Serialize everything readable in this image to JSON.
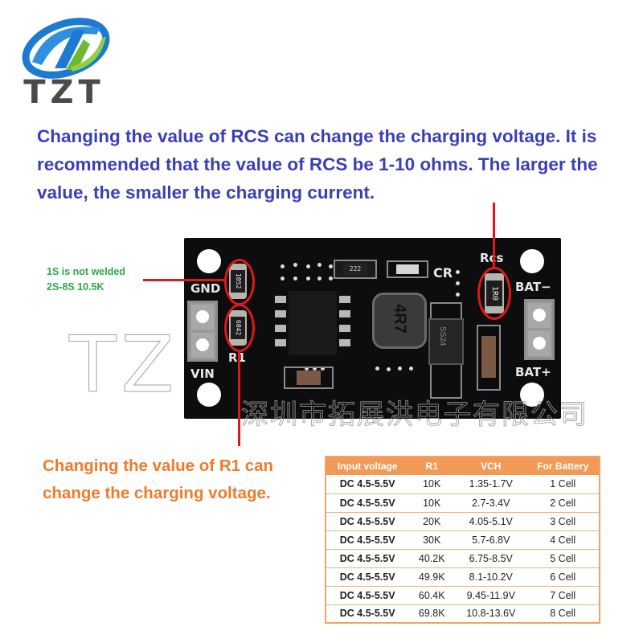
{
  "logo": {
    "brand": "TZT",
    "colors": {
      "blue": "#1e7ad0",
      "green": "#7cc33a",
      "text": "#4a4a4a"
    }
  },
  "headline": {
    "text": "Changing the value of RCS can change the charging voltage. It is recommended that the value of RCS be 1-10 ohms. The larger the value, the smaller the charging current.",
    "color": "#3b3fb5"
  },
  "pcb": {
    "silkscreen": {
      "gnd": "GND",
      "vin": "VIN",
      "r1": "R1",
      "rcs": "Rcs",
      "cr": "CR",
      "bat_minus": "BAT−",
      "bat_plus": "BAT+"
    },
    "components": {
      "top_resistor_marking": "1052",
      "r1_marking": "6042",
      "rcs_marking": "1R0",
      "small_resistor_marking": "222",
      "diode_marking": "SS24",
      "inductor_marking": "4R7"
    }
  },
  "annotations": {
    "green_note": {
      "line1": "1S is not welded",
      "line2": "2S-8S 10.5K",
      "color": "#27a84a"
    },
    "orange_caption": {
      "text": "Changing the value of R1 can change the charging voltage.",
      "color": "#ee7b2b"
    },
    "pointer_color": "#e01818"
  },
  "watermark": {
    "latin": "TZ",
    "chinese": "深圳市拓展洪电子有限公司"
  },
  "table": {
    "header_color": "#f29a55",
    "headers": [
      "Input voltage",
      "R1",
      "VCH",
      "For Battery"
    ],
    "rows": [
      [
        "DC 4.5-5.5V",
        "10K",
        "1.35-1.7V",
        "1 Cell"
      ],
      [
        "DC 4.5-5.5V",
        "10K",
        "2.7-3.4V",
        "2 Cell"
      ],
      [
        "DC 4.5-5.5V",
        "20K",
        "4.05-5.1V",
        "3 Cell"
      ],
      [
        "DC 4.5-5.5V",
        "30K",
        "5.7-6.8V",
        "4 Cell"
      ],
      [
        "DC 4.5-5.5V",
        "40.2K",
        "6.75-8.5V",
        "5 Cell"
      ],
      [
        "DC 4.5-5.5V",
        "49.9K",
        "8.1-10.2V",
        "6 Cell"
      ],
      [
        "DC 4.5-5.5V",
        "60.4K",
        "9.45-11.9V",
        "7 Cell"
      ],
      [
        "DC 4.5-5.5V",
        "69.8K",
        "10.8-13.6V",
        "8 Cell"
      ]
    ]
  }
}
